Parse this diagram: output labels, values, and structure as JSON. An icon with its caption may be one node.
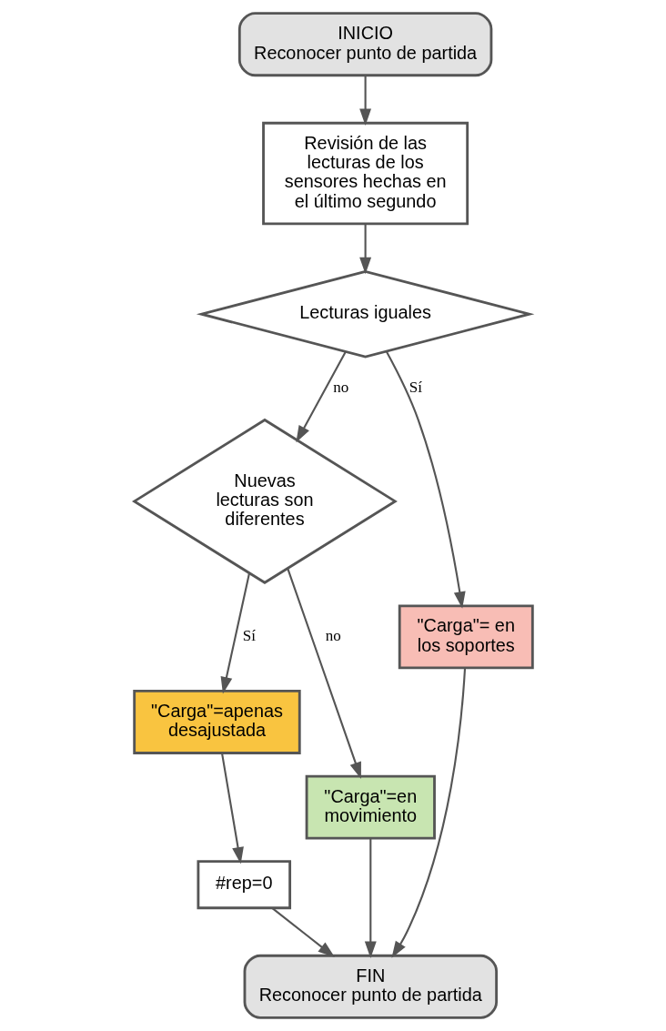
{
  "diagram": {
    "nodes": [
      {
        "text": [
          "INICIO",
          "Reconocer punto de partida"
        ]
      },
      {
        "text": [
          "Revisión de las lecturas de los sensores hechas en el último segundo"
        ]
      },
      {
        "text": [
          "Lecturas iguales"
        ]
      },
      {
        "text": [
          "Nuevas lecturas son diferentes"
        ]
      },
      {
        "text": [
          "\"Carga\"= en los soportes"
        ]
      },
      {
        "text": [
          "\"Carga\"=apenas desajustada"
        ]
      },
      {
        "text": [
          "\"Carga\"=en movimiento"
        ]
      },
      {
        "text": [
          "#rep=0"
        ]
      },
      {
        "text": [
          "FIN",
          "Reconocer punto de partida"
        ]
      }
    ],
    "edges": [
      {
        "from": 0,
        "to": 1,
        "arrow": "to"
      },
      {
        "from": 1,
        "to": 2,
        "arrow": "to"
      },
      {
        "from": 2,
        "to": 3,
        "arrow": "to",
        "label": "no"
      },
      {
        "from": 2,
        "to": 4,
        "arrow": "to",
        "label": "Sí"
      },
      {
        "from": 3,
        "to": 5,
        "arrow": "to",
        "label": "Sí"
      },
      {
        "from": 3,
        "to": 6,
        "arrow": "to",
        "label": "no"
      },
      {
        "from": 5,
        "to": 7,
        "arrow": "to"
      },
      {
        "from": 7,
        "to": 8,
        "arrow": "to"
      },
      {
        "from": 4,
        "to": 8,
        "arrow": "to"
      },
      {
        "from": 6,
        "to": 8,
        "arrow": "to"
      }
    ]
  }
}
